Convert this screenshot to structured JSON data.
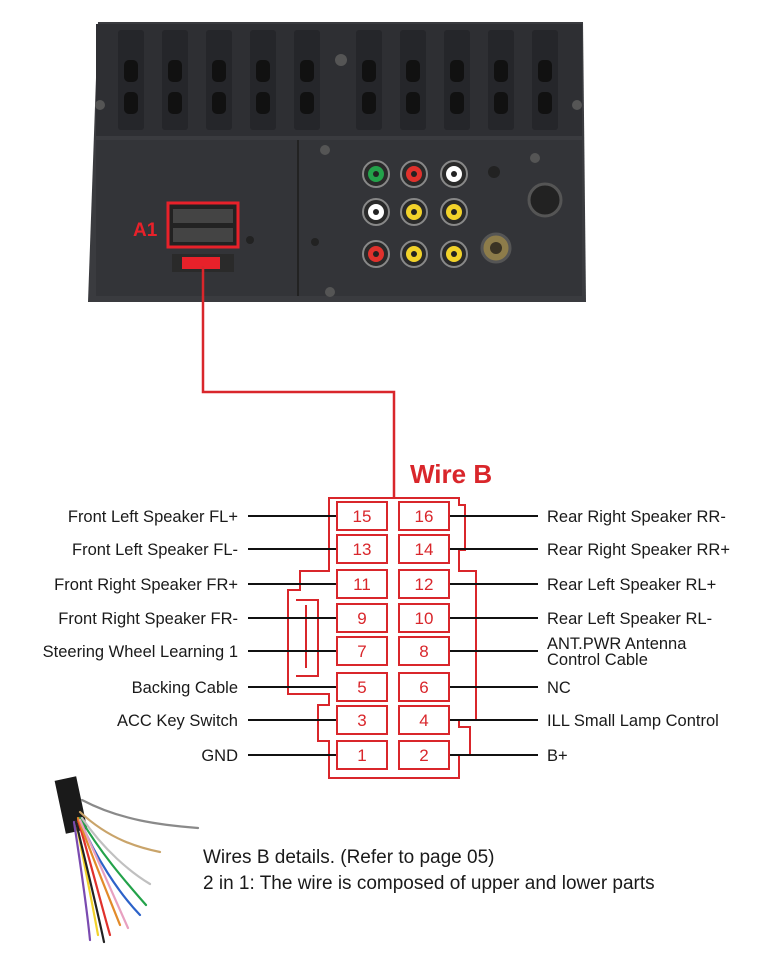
{
  "connector_label": "A1",
  "wire_title": "Wire B",
  "colors": {
    "accent_red": "#d9262b",
    "device_body": "#3a3b3f",
    "text": "#1a1a1a"
  },
  "left_pins": [
    {
      "pin": "15",
      "label": "Front Left Speaker FL+"
    },
    {
      "pin": "13",
      "label": "Front Left Speaker FL-"
    },
    {
      "pin": "11",
      "label": "Front Right Speaker FR+"
    },
    {
      "pin": "9",
      "label": "Front Right Speaker FR-"
    },
    {
      "pin": "7",
      "label": "Steering Wheel Learning 1"
    },
    {
      "pin": "5",
      "label": "Backing Cable"
    },
    {
      "pin": "3",
      "label": "ACC Key Switch"
    },
    {
      "pin": "1",
      "label": "GND"
    }
  ],
  "right_pins": [
    {
      "pin": "16",
      "label": "Rear Right Speaker RR-"
    },
    {
      "pin": "14",
      "label": "Rear Right Speaker RR+"
    },
    {
      "pin": "12",
      "label": "Rear Left Speaker RL+"
    },
    {
      "pin": "10",
      "label": "Rear Left Speaker RL-"
    },
    {
      "pin": "8",
      "label": "ANT.PWR Antenna",
      "label2": "Control Cable"
    },
    {
      "pin": "6",
      "label": "NC"
    },
    {
      "pin": "4",
      "label": "ILL Small Lamp Control"
    },
    {
      "pin": "2",
      "label": "B+"
    }
  ],
  "footer": {
    "line1": "Wires B details. (Refer to page 05)",
    "line2": "2 in 1: The wire is composed of upper and lower parts"
  }
}
